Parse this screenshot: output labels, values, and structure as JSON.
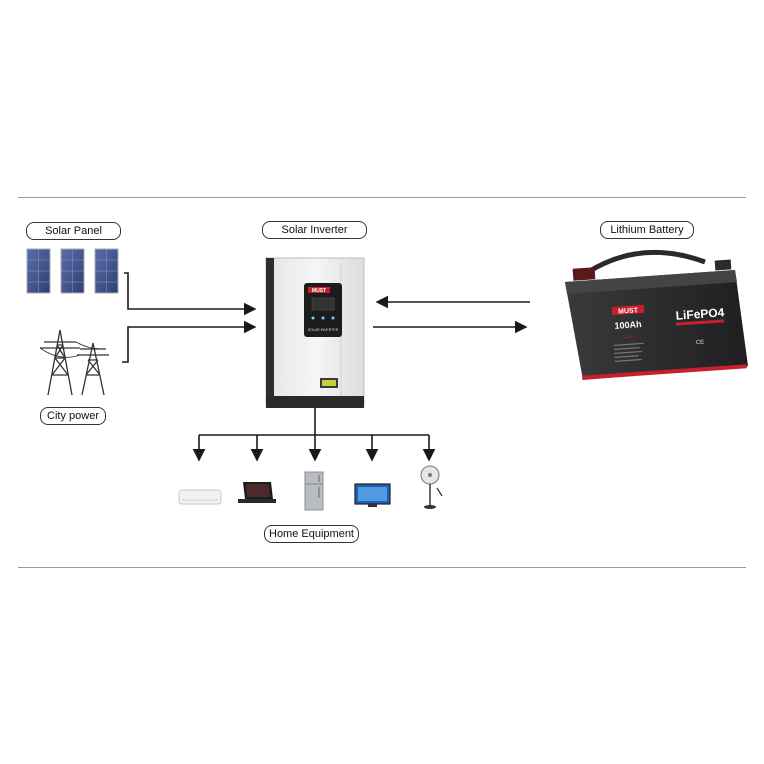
{
  "labels": {
    "solar_panel": "Solar Panel",
    "solar_inverter": "Solar Inverter",
    "lithium_battery": "Lithium Battery",
    "city_power": "City power",
    "home_equipment": "Home Equipment"
  },
  "inverter": {
    "brand": "MUST",
    "model_text": "SOLAR INVERTER"
  },
  "battery": {
    "brand": "MUST",
    "capacity": "100Ah",
    "chemistry": "LiFePO4",
    "voltage": "12.8V",
    "marks": "CE"
  },
  "colors": {
    "line": "#1a1a1a",
    "panel_blue": "#3d4f86",
    "battery_body": "#2e2e30",
    "accent_red": "#c8202a",
    "inverter_white": "#efefef"
  },
  "icons": [
    "solar-panel-icon",
    "power-tower-icon",
    "inverter-icon",
    "battery-icon",
    "air-conditioner-icon",
    "laptop-icon",
    "refrigerator-icon",
    "tv-icon",
    "fan-icon"
  ]
}
